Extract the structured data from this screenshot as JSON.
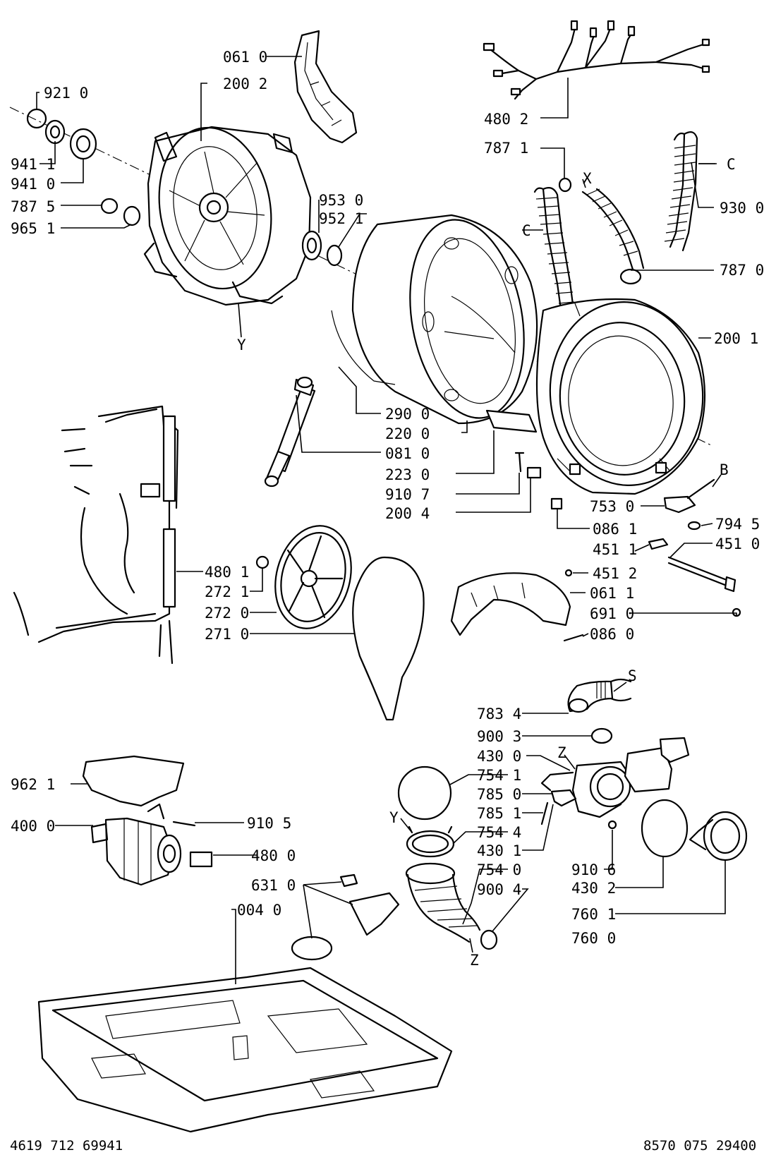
{
  "callouts": {
    "c0610": "061 0",
    "c2002": "200 2",
    "c9210": "921 0",
    "c9411": "941 1",
    "c9410": "941 0",
    "c7875": "787 5",
    "c9651": "965 1",
    "c9530": "953 0",
    "c9521": "952 1",
    "c4802": "480 2",
    "c7871": "787 1",
    "c9300": "930 0",
    "c7870": "787 0",
    "c2001": "200 1",
    "c2900": "290 0",
    "c2200": "220 0",
    "c0810": "081 0",
    "c2230": "223 0",
    "c9107": "910 7",
    "c2004": "200 4",
    "c7530": "753 0",
    "c7945": "794 5",
    "c0861": "086 1",
    "c4511": "451 1",
    "c4510": "451 0",
    "c4512": "451 2",
    "c4801": "480 1",
    "c2721": "272 1",
    "c2720": "272 0",
    "c2710": "271 0",
    "c0611": "061 1",
    "c6910": "691 0",
    "c0860": "086 0",
    "c7834": "783 4",
    "c9003": "900 3",
    "c4300": "430 0",
    "c7541": "754 1",
    "c7850": "785 0",
    "c7851": "785 1",
    "c7544": "754 4",
    "c4301": "430 1",
    "c7540": "754 0",
    "c9004": "900 4",
    "c9106": "910 6",
    "c4302": "430 2",
    "c7601": "760 1",
    "c7600": "760 0",
    "c9621": "962 1",
    "c4000": "400 0",
    "c9105": "910 5",
    "c4800": "480 0",
    "c6310": "631 0",
    "c0040": "004 0"
  },
  "markers": {
    "Y1": "Y",
    "Y2": "Y",
    "C1": "C",
    "C2": "C",
    "X": "X",
    "B": "B",
    "S": "S",
    "Z1": "Z",
    "Z2": "Z"
  },
  "footer": {
    "left_code": "4619 712 69941",
    "right_code": "8570 075 29400"
  }
}
